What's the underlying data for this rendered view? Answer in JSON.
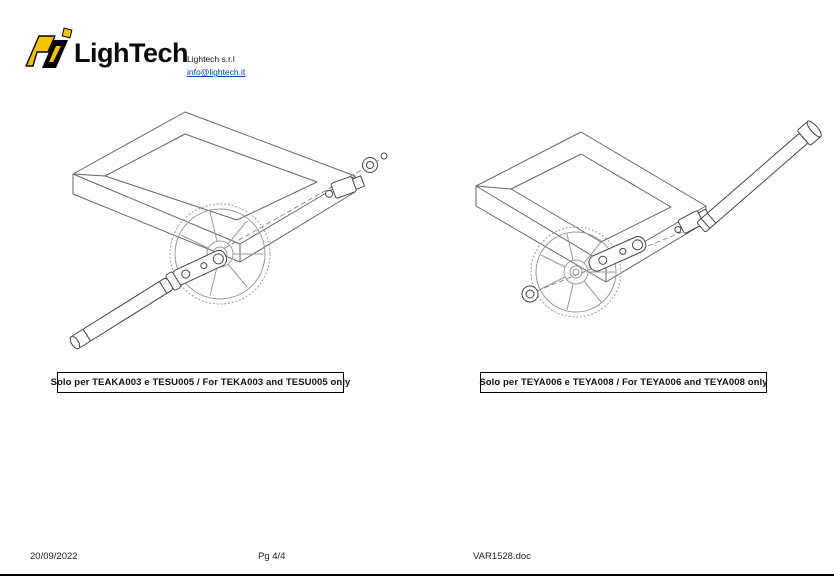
{
  "logo": {
    "brand": "LighTech",
    "company": "Lightech s.r.l",
    "email": "info@lightech.it"
  },
  "figures": [
    {
      "caption": "Solo per TEAKA003 e TESU005 / For TEKA003 and TESU005 only"
    },
    {
      "caption": "Solo per TEYA006 e TEYA008 / For TEYA006 and TEYA008 only"
    }
  ],
  "footer": {
    "date": "20/09/2022",
    "page": "Pg 4/4",
    "filename": "VAR1528.doc"
  },
  "colors": {
    "logo_yellow": "#F5C400",
    "link_blue": "#0645AD",
    "line_black": "#000000"
  }
}
